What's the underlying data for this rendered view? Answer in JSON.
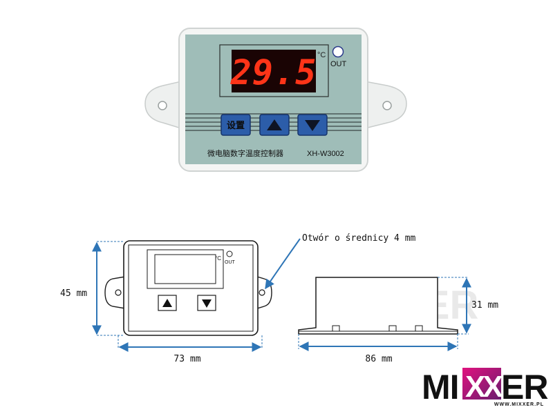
{
  "product": {
    "display_value": "29.5",
    "unit_symbol": "°C",
    "out_label": "OUT",
    "set_button_label": "设置",
    "up_icon": "triangle-up-icon",
    "down_icon": "triangle-down-icon",
    "chinese_name": "微电脑数字温度控制器",
    "model": "XH-W3002"
  },
  "front_drawing": {
    "unit_symbol": "°C",
    "out_label": "OUT",
    "height_label": "45 mm",
    "width_label": "73 mm",
    "hole_label": "Otwór o średnicy 4 mm"
  },
  "side_drawing": {
    "height_label": "31 mm",
    "length_label": "86 mm"
  },
  "brand": {
    "logo_text": "MIXXER",
    "url": "WWW.MIXXER.PL"
  },
  "colors": {
    "panel": "#9fbdb8",
    "display_bg": "#1a0404",
    "segment": "#ff3418",
    "button": "#2c5da9",
    "dimension": "#2e75b6",
    "logo_pink": "#e0137f",
    "logo_purple": "#6a1d6e"
  }
}
